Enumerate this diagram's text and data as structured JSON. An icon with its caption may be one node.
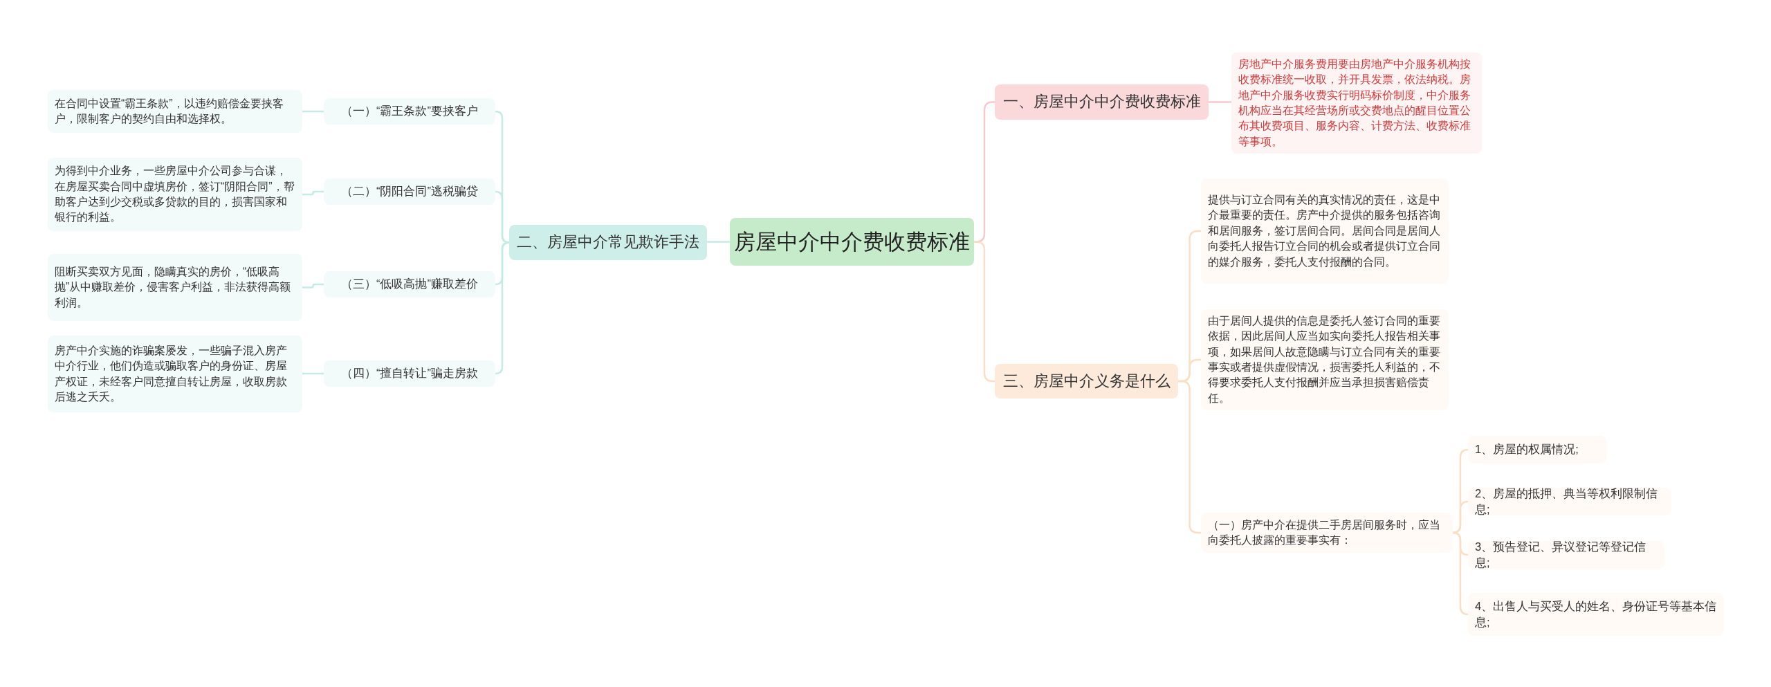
{
  "diagram": {
    "nodes": [
      {
        "text": [
          "房屋中介中介费收费标准"
        ]
      },
      {
        "text": [
          "一、房屋中介中介费收费标准"
        ]
      },
      {
        "text": [
          "房地产中介服务费用要由房地产中介服务机构按收费标准统一收取，并开具发票，依法纳税。房地产中介服务收费实行明码标价制度，中介服务机构应当在其经营场所或交费地点的醒目位置公布其收费项目、服务内容、计费方法、收费标准等事项。"
        ]
      },
      {
        "text": [
          "二、房屋中介常见欺诈手法"
        ]
      },
      {
        "text": [
          "（一）“霸王条款”要挟客户"
        ]
      },
      {
        "text": [
          "（二）“阴阳合同”逃税骗贷"
        ]
      },
      {
        "text": [
          "（三）“低吸高抛”赚取差价"
        ]
      },
      {
        "text": [
          "（四）“擅自转让”骗走房款"
        ]
      },
      {
        "text": [
          "在合同中设置“霸王条款”，以违约赔偿金要挟客户，限制客户的契约自由和选择权。"
        ]
      },
      {
        "text": [
          "为得到中介业务，一些房屋中介公司参与合谋，在房屋买卖合同中虚填房价，签订“阴阳合同”，帮助客户达到少交税或多贷款的目的，损害国家和银行的利益。"
        ]
      },
      {
        "text": [
          "阻断买卖双方见面，隐瞒真实的房价，“低吸高抛”从中赚取差价，侵害客户利益，非法获得高额利润。"
        ]
      },
      {
        "text": [
          "房产中介实施的诈骗案屡发，一些骗子混入房产中介行业，他们伪造或骗取客户的身份证、房屋产权证，未经客户同意擅自转让房屋，收取房款后逃之夭夭。"
        ]
      },
      {
        "text": [
          "三、房屋中介义务是什么"
        ]
      },
      {
        "text": [
          "提供与订立合同有关的真实情况的责任，这是中介最重要的责任。房产中介提供的服务包括咨询和居间服务，签订居间合同。居间合同是居间人向委托人报告订立合同的机会或者提供订立合同的媒介服务，委托人支付报酬的合同。"
        ]
      },
      {
        "text": [
          "由于居间人提供的信息是委托人签订合同的重要依据，因此居间人应当如实向委托人报告相关事项，如果居间人故意隐瞒与订立合同有关的重要事实或者提供虚假情况，损害委托人利益的，不得要求委托人支付报酬并应当承担损害赔偿责任。"
        ]
      },
      {
        "text": [
          "（一）房产中介在提供二手房居间服务时，应当向委托人披露的重要事实有："
        ]
      },
      {
        "text": [
          "1、房屋的权属情况;"
        ]
      },
      {
        "text": [
          "2、房屋的抵押、典当等权利限制信息;"
        ]
      },
      {
        "text": [
          "3、预告登记、异议登记等登记信息;"
        ]
      },
      {
        "text": [
          "4、出售人与买受人的姓名、身份证号等基本信息;"
        ]
      }
    ],
    "edges": [
      {
        "from": 0,
        "to": 1,
        "arrow": "none",
        "color": "#f6c9cc"
      },
      {
        "from": 1,
        "to": 2,
        "arrow": "none",
        "color": "#f6c9cc"
      },
      {
        "from": 0,
        "to": 3,
        "arrow": "none"
      },
      {
        "from": 3,
        "to": 4,
        "arrow": "none"
      },
      {
        "from": 3,
        "to": 5,
        "arrow": "none"
      },
      {
        "from": 3,
        "to": 6,
        "arrow": "none"
      },
      {
        "from": 3,
        "to": 7,
        "arrow": "none"
      },
      {
        "from": 4,
        "to": 8,
        "arrow": "none"
      },
      {
        "from": 5,
        "to": 9,
        "arrow": "none"
      },
      {
        "from": 6,
        "to": 10,
        "arrow": "none"
      },
      {
        "from": 7,
        "to": 11,
        "arrow": "none"
      },
      {
        "from": 0,
        "to": 12,
        "arrow": "none",
        "color": "#f9dfc6"
      },
      {
        "from": 12,
        "to": 13,
        "arrow": "none",
        "color": "#f9dfc6"
      },
      {
        "from": 12,
        "to": 14,
        "arrow": "none",
        "color": "#f9dfc6"
      },
      {
        "from": 12,
        "to": 15,
        "arrow": "none",
        "color": "#f9dfc6"
      },
      {
        "from": 15,
        "to": 16,
        "arrow": "none",
        "color": "#f9dfc6"
      },
      {
        "from": 15,
        "to": 17,
        "arrow": "none",
        "color": "#f9dfc6"
      },
      {
        "from": 15,
        "to": 18,
        "arrow": "none",
        "color": "#f9dfc6"
      },
      {
        "from": 15,
        "to": 19,
        "arrow": "none",
        "color": "#f9dfc6"
      }
    ]
  }
}
